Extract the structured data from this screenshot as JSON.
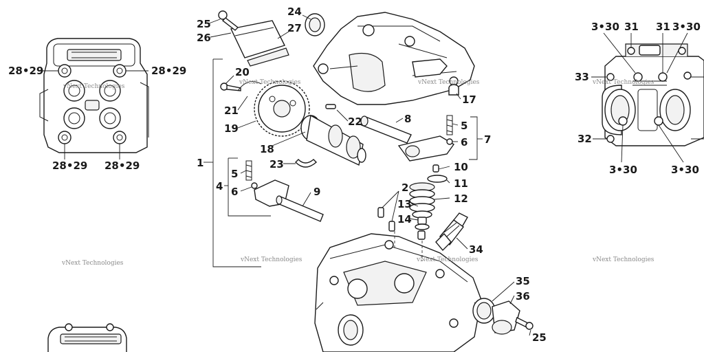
{
  "watermark": "vNext Technologies",
  "labels": {
    "l1": "1",
    "l2": "2",
    "l4": "4",
    "l5a": "5",
    "l5b": "5",
    "l6a": "6",
    "l6b": "6",
    "l7": "7",
    "l8": "8",
    "l9": "9",
    "l10": "10",
    "l11": "11",
    "l12": "12",
    "l13": "13",
    "l14": "14",
    "l17": "17",
    "l18": "18",
    "l19": "19",
    "l20": "20",
    "l21": "21",
    "l22": "22",
    "l23": "23",
    "l24": "24",
    "l25a": "25",
    "l25b": "25",
    "l26": "26",
    "l27": "27",
    "l34": "34",
    "l35": "35",
    "l36": "36",
    "tl_a": "28•29",
    "tl_b": "28•29",
    "tl_c": "28•29",
    "tl_d": "28•29",
    "tr_a": "3•30",
    "tr_b": "31",
    "tr_c": "31",
    "tr_d": "3•30",
    "tr_e": "33",
    "tr_f": "32",
    "tr_g": "3•30",
    "tr_h": "3•30"
  }
}
